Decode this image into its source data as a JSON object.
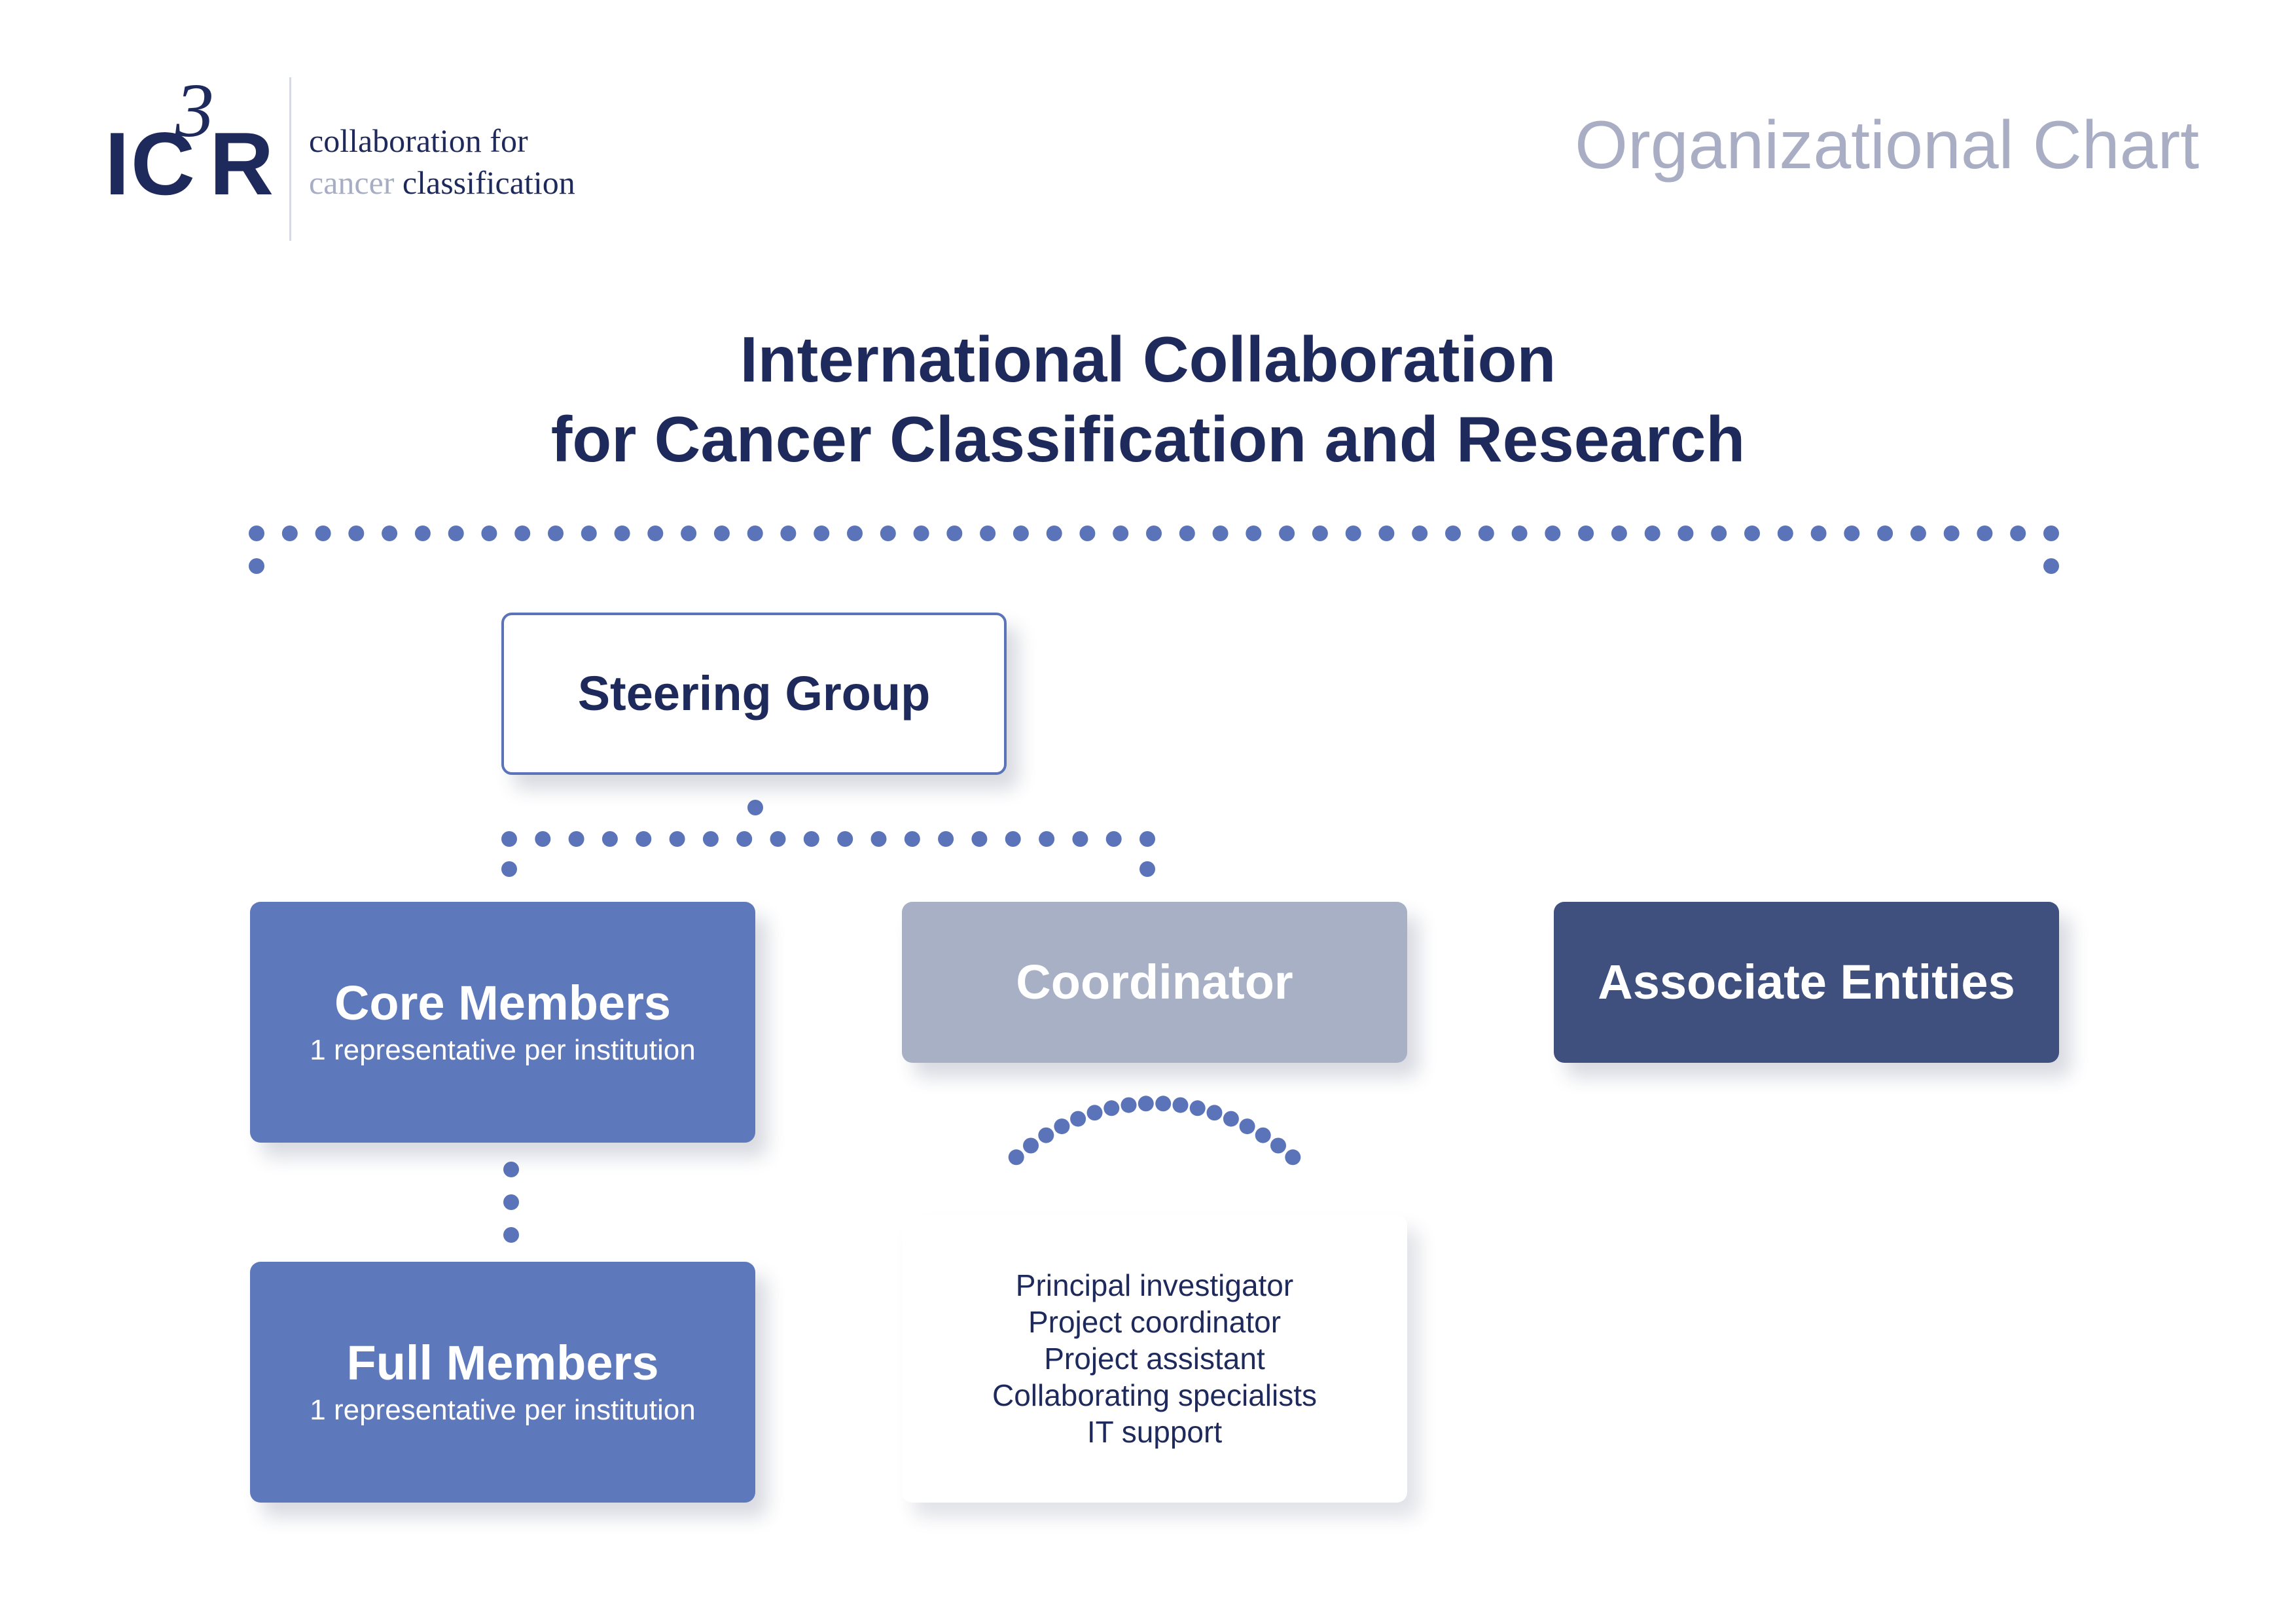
{
  "logo": {
    "mark_letters": "IC",
    "mark_superscript": "3",
    "mark_last_letter": "R",
    "tagline_line1": "collaboration for",
    "tagline_line2_muted": "cancer",
    "tagline_line2_rest": "classification"
  },
  "header": {
    "page_heading": "Organizational Chart",
    "title_line1": "International Collaboration",
    "title_line2": "for Cancer Classification and Research"
  },
  "nodes": {
    "steering_group": {
      "title": "Steering Group"
    },
    "core_members": {
      "title": "Core Members",
      "subtitle": "1 representative per institution"
    },
    "full_members": {
      "title": "Full Members",
      "subtitle": "1 representative per institution"
    },
    "coordinator": {
      "title": "Coordinator"
    },
    "associate_entities": {
      "title": "Associate Entities"
    },
    "coordinator_staff": [
      "Principal investigator",
      "Project coordinator",
      "Project assistant",
      "Collaborating specialists",
      "IT support"
    ]
  },
  "colors": {
    "navy_text": "#1f2a5c",
    "dot_blue": "#5b74b9",
    "member_fill": "#5e78bc",
    "coordinator_fill": "#a8b0c6",
    "associate_fill": "#3f4f7e",
    "heading_grey": "#a9aec4"
  }
}
